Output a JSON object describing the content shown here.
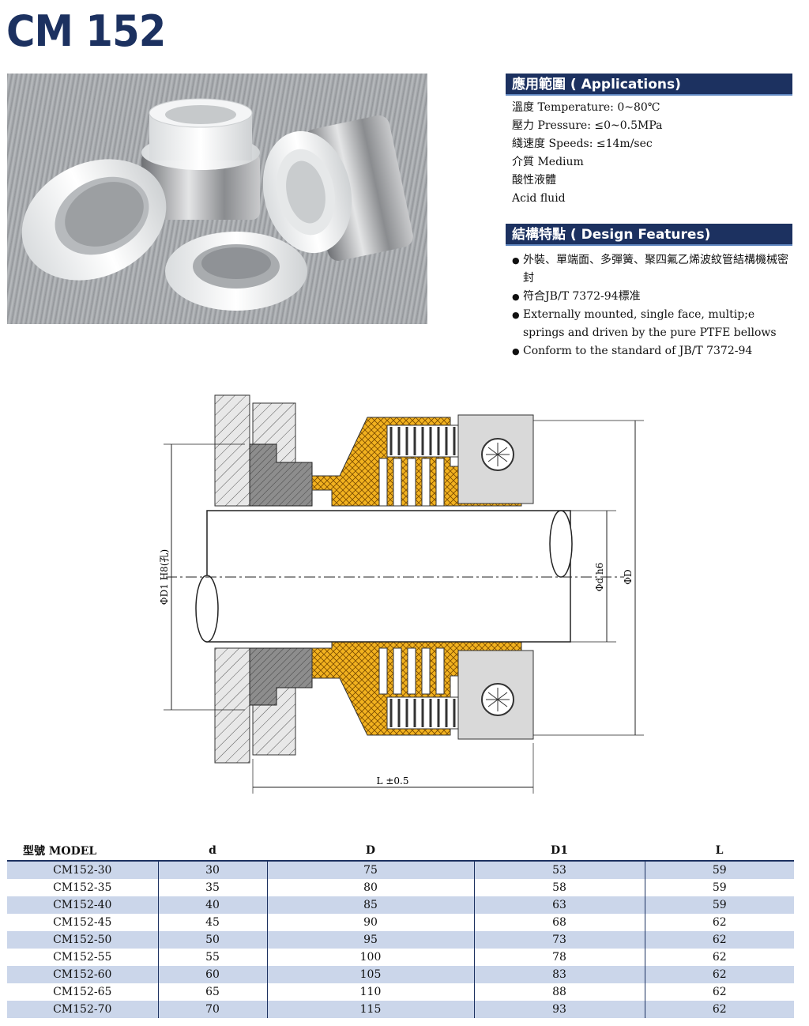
{
  "title": "CM 152",
  "applications": {
    "heading": "應用範圍 ( Applications)",
    "lines": [
      "溫度 Temperature: 0~80℃",
      "壓力 Pressure: ≤0~0.5MPa",
      "綫速度 Speeds: ≤14m/sec",
      "介質 Medium",
      "酸性液體",
      "Acid fluid"
    ]
  },
  "design": {
    "heading": "結構特點 ( Design Features)",
    "items": [
      "外裝、單端面、多彈簧、聚四氟乙烯波紋管結構機械密封",
      "符合JB/T 7372-94標准",
      "Externally mounted, single face, multip;e springs and driven by the pure PTFE bellows",
      "Conform to the standard of JB/T 7372-94"
    ]
  },
  "drawing": {
    "label_d1": "ΦD1 H8(孔)",
    "label_d": "Φd h6",
    "label_D": "ΦD",
    "label_L": "L ±0.5"
  },
  "table": {
    "headers": [
      "型號 MODEL",
      "d",
      "D",
      "D1",
      "L"
    ],
    "rows": [
      [
        "CM152-30",
        "30",
        "75",
        "53",
        "59"
      ],
      [
        "CM152-35",
        "35",
        "80",
        "58",
        "59"
      ],
      [
        "CM152-40",
        "40",
        "85",
        "63",
        "59"
      ],
      [
        "CM152-45",
        "45",
        "90",
        "68",
        "62"
      ],
      [
        "CM152-50",
        "50",
        "95",
        "73",
        "62"
      ],
      [
        "CM152-55",
        "55",
        "100",
        "78",
        "62"
      ],
      [
        "CM152-60",
        "60",
        "105",
        "83",
        "62"
      ],
      [
        "CM152-65",
        "65",
        "110",
        "88",
        "62"
      ],
      [
        "CM152-70",
        "70",
        "115",
        "93",
        "62"
      ]
    ]
  }
}
